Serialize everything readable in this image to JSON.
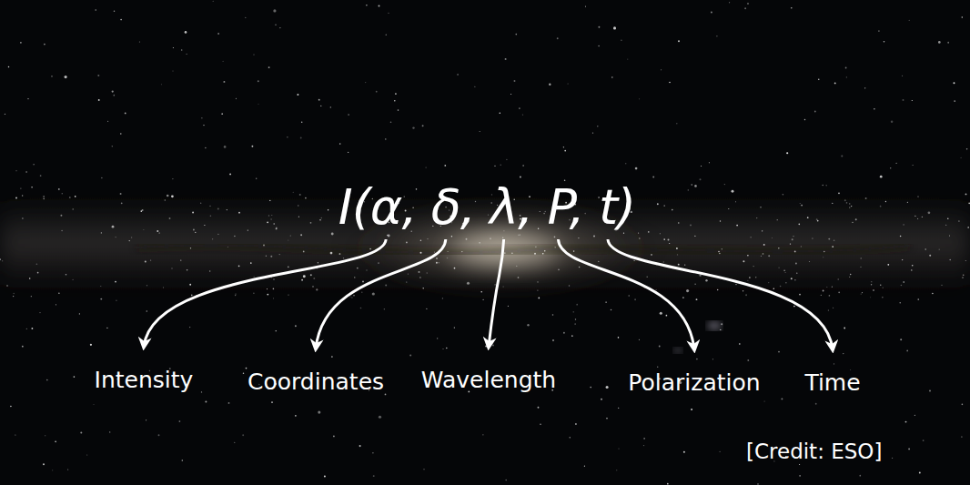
{
  "diagram": {
    "labels": [
      "I(α, δ, λ, P, t)",
      "Intensity",
      "Coordinates",
      "Wavelength",
      "Polarization",
      "Time",
      "[Credit: ESO]"
    ]
  }
}
